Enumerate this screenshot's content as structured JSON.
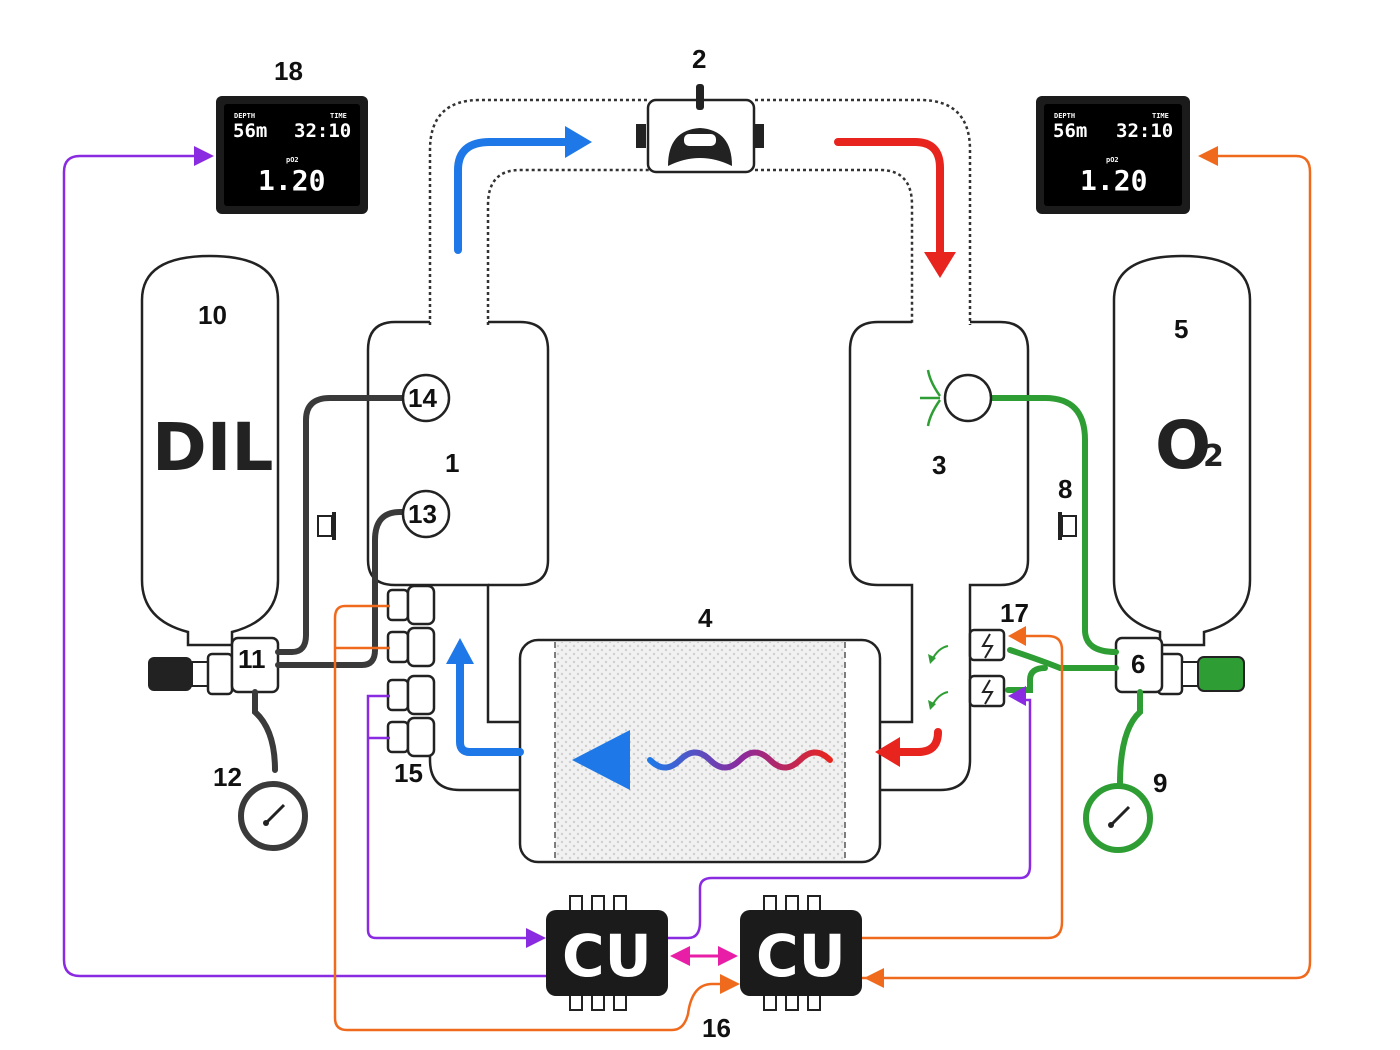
{
  "labels": {
    "n1": "1",
    "n2": "2",
    "n3": "3",
    "n4": "4",
    "n5": "5",
    "n6": "6",
    "n8": "8",
    "n9": "9",
    "n10": "10",
    "n11": "11",
    "n12": "12",
    "n13": "13",
    "n14": "14",
    "n15": "15",
    "n16": "16",
    "n17": "17",
    "n18": "18"
  },
  "cylinders": {
    "diluent": "DIL",
    "oxygen": "O",
    "oxygen_sub": "2"
  },
  "displays": {
    "left": {
      "depth_label": "DEPTH",
      "time_label": "TIME",
      "depth": "56m",
      "time": "32:10",
      "po2_label": "pO2",
      "po2": "1.20"
    },
    "right": {
      "depth_label": "DEPTH",
      "time_label": "TIME",
      "depth": "56m",
      "time": "32:10",
      "po2_label": "pO2",
      "po2": "1.20"
    }
  },
  "controllers": {
    "left": "CU",
    "right": "CU"
  },
  "colors": {
    "purple": "#8a2be2",
    "orange": "#f06a1e",
    "green": "#2e9e34",
    "blue": "#1f78e8",
    "red": "#e8241f",
    "magenta": "#e81ea6",
    "dark": "#222222"
  }
}
